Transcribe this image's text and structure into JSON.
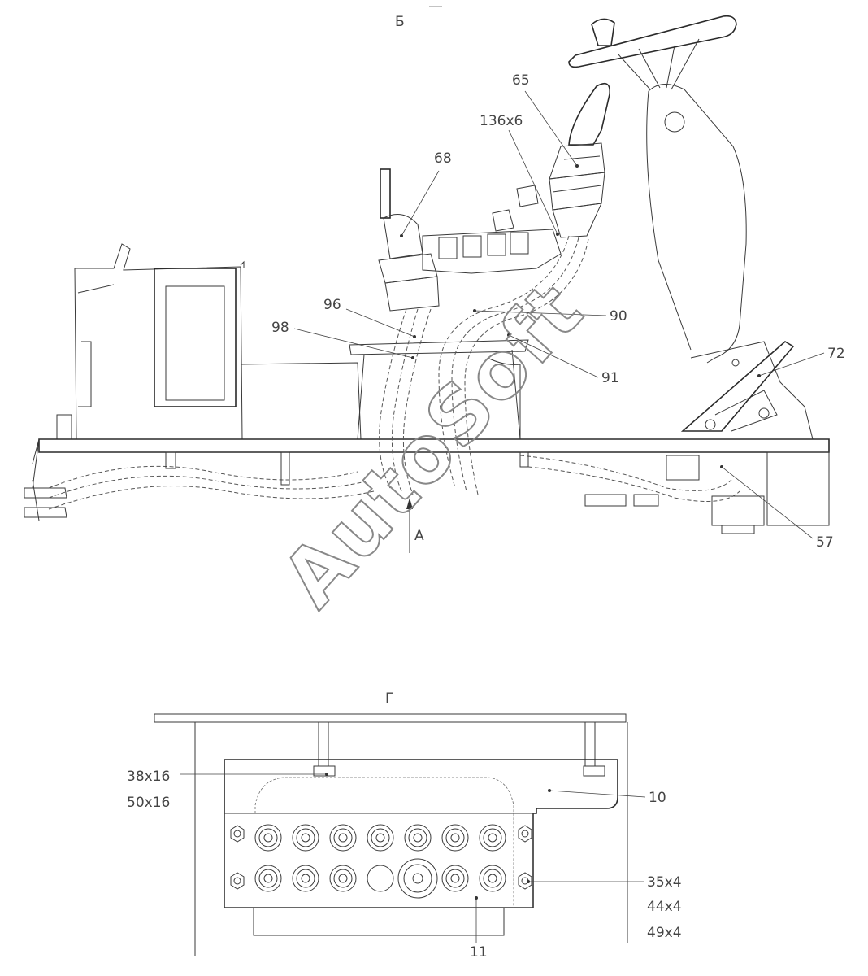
{
  "views": {
    "top_view": {
      "label": "Б"
    },
    "bottom_view": {
      "label": "Г"
    }
  },
  "arrow_label": "А",
  "callouts_top": {
    "c65": "65",
    "c136": "136x6",
    "c68": "68",
    "c96": "96",
    "c98": "98",
    "c90": "90",
    "c91": "91",
    "c72": "72",
    "c57": "57"
  },
  "callouts_bottom": {
    "c38": "38x16",
    "c50": "50x16",
    "c10": "10",
    "c35": "35x4",
    "c44": "44x4",
    "c49": "49x4",
    "c11": "11"
  },
  "watermark": "AutoSoft"
}
